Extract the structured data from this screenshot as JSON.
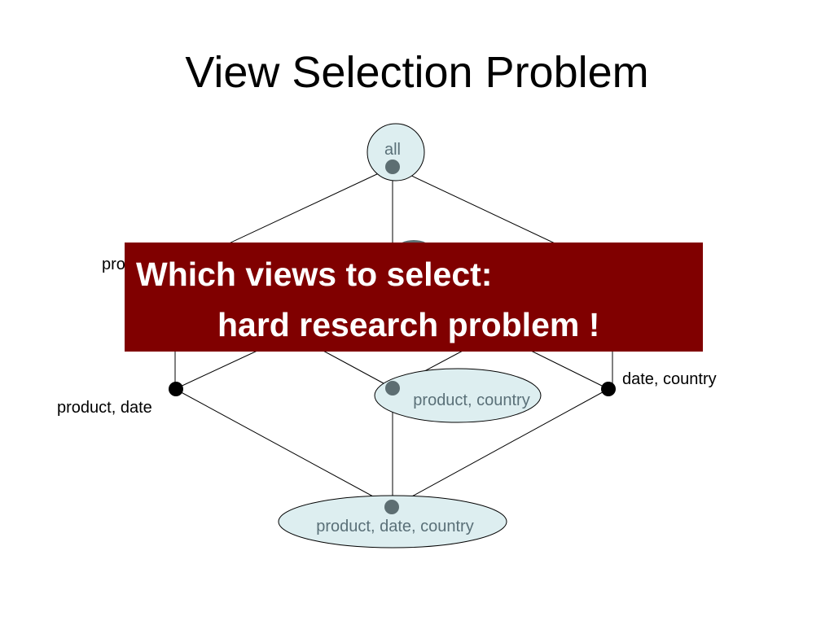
{
  "slide": {
    "title": "View Selection Problem"
  },
  "lattice": {
    "nodes": {
      "all": {
        "label": "all",
        "materialized": true
      },
      "product": {
        "label": "pro",
        "materialized": false
      },
      "product_date": {
        "label": "product, date",
        "materialized": false
      },
      "product_country": {
        "label": "product, country",
        "materialized": true
      },
      "date_country": {
        "label": "date, country",
        "materialized": false
      },
      "product_date_country": {
        "label": "product, date, country",
        "materialized": true
      }
    }
  },
  "callout": {
    "line1": "Which views to select:",
    "line2": "hard research problem !"
  },
  "colors": {
    "callout_background": "#800000",
    "callout_text": "#ffffff",
    "highlight_fill": "#ddeef0",
    "highlight_text": "#5a7078",
    "materialized_dot": "#5d6e72",
    "plain_dot": "#000000",
    "edge": "#000000"
  }
}
